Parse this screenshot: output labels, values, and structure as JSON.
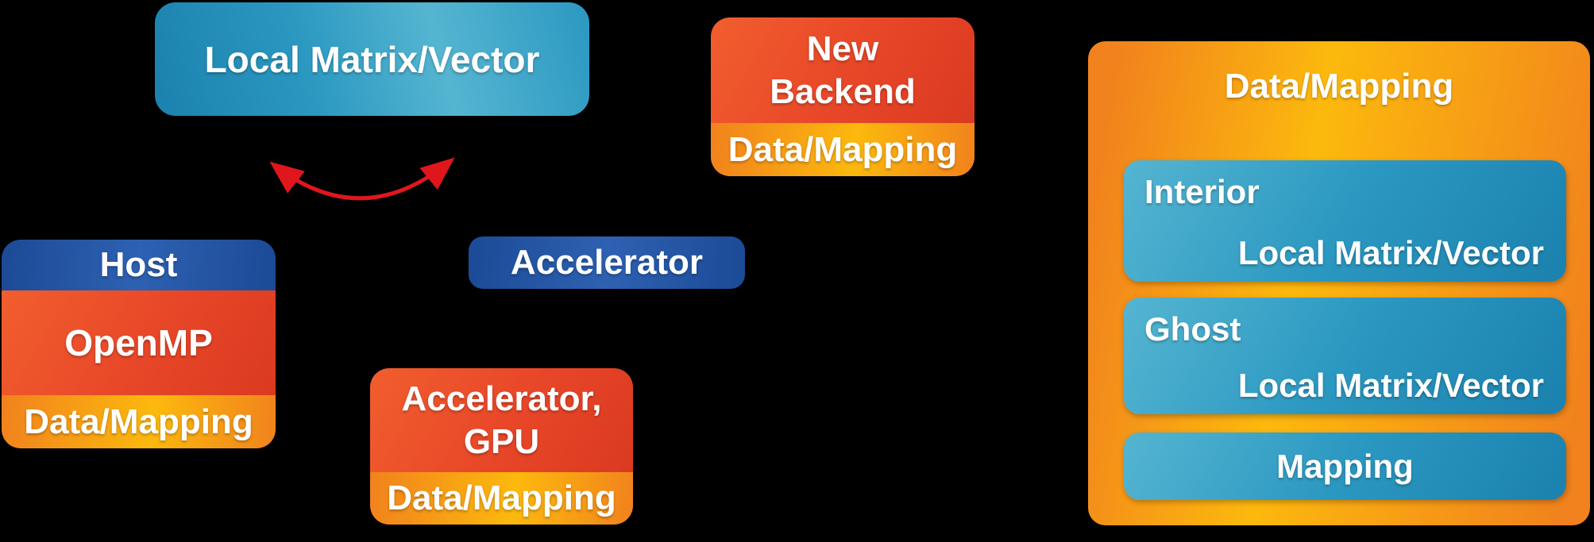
{
  "colors": {
    "background": "#000000",
    "text": "#ffffff",
    "teal_light": "#55b5d1",
    "teal_mid": "#2b98c1",
    "teal_dark": "#1b81ae",
    "red_light": "#f15e2e",
    "red_mid": "#e84628",
    "red_dark": "#da3a20",
    "orange_edge": "#f1821d",
    "orange_light": "#fcb90d",
    "blue_light": "#2e61b2",
    "blue_dark": "#1b4a96",
    "arrow": "#e0161d"
  },
  "boxes": {
    "local_mv": {
      "label": "Local Matrix/Vector"
    },
    "new_backend": {
      "line1": "New",
      "line2": "Backend",
      "footer": "Data/Mapping"
    },
    "host": {
      "header": "Host",
      "body": "OpenMP",
      "footer": "Data/Mapping"
    },
    "accelerator": {
      "label": "Accelerator"
    },
    "accelerator_gpu": {
      "line1": "Accelerator,",
      "line2": "GPU",
      "footer": "Data/Mapping"
    },
    "data_mapping": {
      "title": "Data/Mapping",
      "interior": {
        "title": "Interior",
        "subtitle": "Local Matrix/Vector"
      },
      "ghost": {
        "title": "Ghost",
        "subtitle": "Local Matrix/Vector"
      },
      "mapping": {
        "label": "Mapping"
      }
    }
  }
}
